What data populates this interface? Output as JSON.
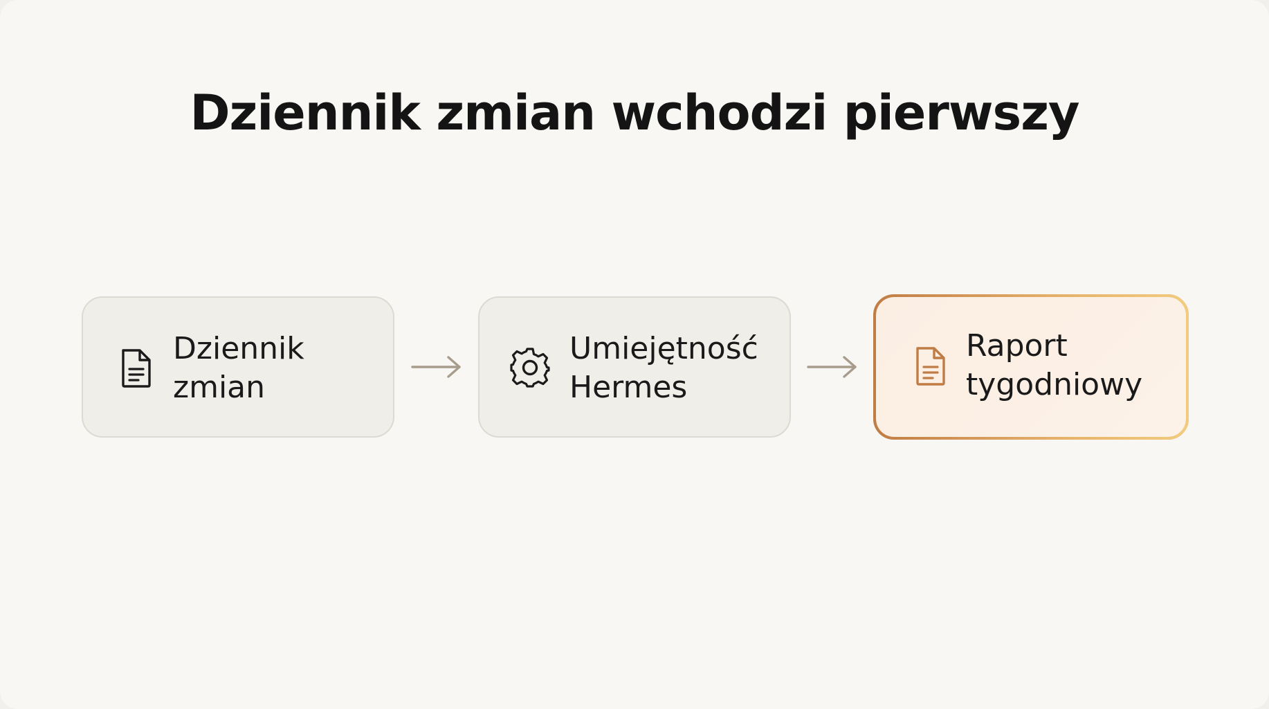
{
  "title": "Dziennik zmian wchodzi pierwszy",
  "colors": {
    "background": "#f8f7f3",
    "box_fill": "#f0eee9",
    "box_border": "#dddad3",
    "highlight_fill": "#fbeee3",
    "highlight_border": "#d9a05c",
    "arrow": "#a89c8c",
    "icon_dark": "#1a1a1a",
    "icon_accent": "#c07c45"
  },
  "steps": [
    {
      "line1": "Dziennik",
      "line2": "zmian",
      "icon": "document-icon"
    },
    {
      "line1": "Umiejętność",
      "line2": "Hermes",
      "icon": "gear-icon"
    },
    {
      "line1": "Raport",
      "line2": "tygodniowy",
      "icon": "document-icon",
      "highlighted": true
    }
  ]
}
